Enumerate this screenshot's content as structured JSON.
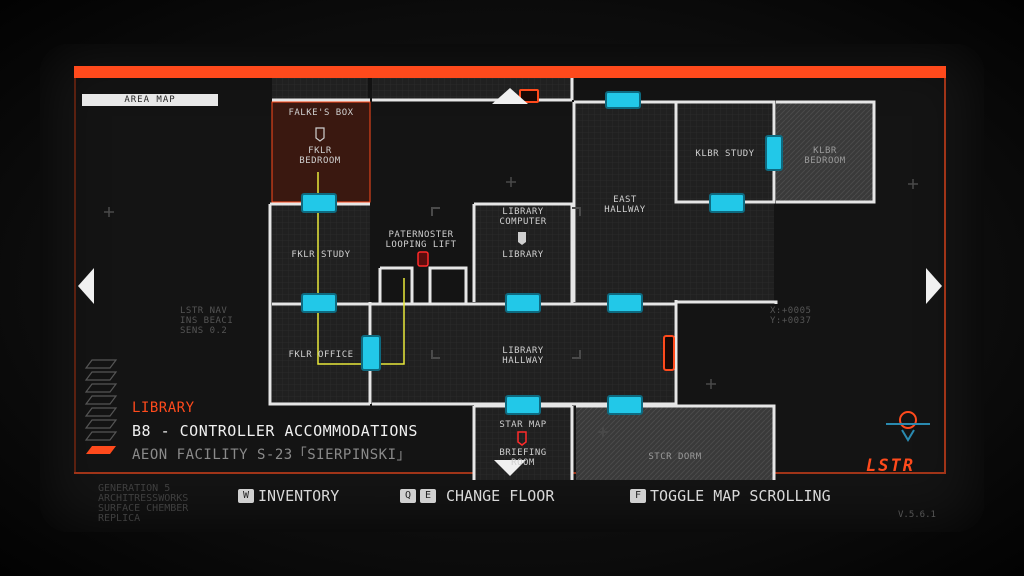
{
  "header": {
    "area_map_label": "AREA MAP"
  },
  "rooms": {
    "falkes_box": "FALKE'S BOX",
    "fklr_bedroom": "FKLR BEDROOM",
    "fklr_study": "FKLR STUDY",
    "fklr_office": "FKLR OFFICE",
    "paternoster": "PATERNOSTER LOOPING LIFT",
    "library_computer": "LIBRARY COMPUTER",
    "library": "LIBRARY",
    "east_hallway": "EAST HALLWAY",
    "klbr_study": "KLBR STUDY",
    "klbr_bedroom": "KLBR BEDROOM",
    "library_hallway": "LIBRARY HALLWAY",
    "star_map": "STAR MAP",
    "briefing_room": "BRIEFING ROOM",
    "stcr_dorm": "STCR DORM"
  },
  "nav_readout": {
    "left": [
      "LSTR NAV",
      "INS BEACI",
      "SENS 0.2"
    ],
    "right": [
      "X:+0005",
      "Y:+0037"
    ]
  },
  "info": {
    "location": "LIBRARY",
    "floor": "B8 - CONTROLLER ACCOMMODATIONS",
    "facility": "AEON FACILITY S-23「SIERPINSKI」"
  },
  "controls": [
    {
      "keys": [
        "W"
      ],
      "label": "INVENTORY"
    },
    {
      "keys": [
        "Q",
        "E"
      ],
      "label": "CHANGE FLOOR"
    },
    {
      "keys": [
        "F"
      ],
      "label": "TOGGLE MAP SCROLLING"
    }
  ],
  "footer": {
    "generation": [
      "GENERATION 5",
      "ARCHITRESSWORKS",
      "SURFACE CHEMBER",
      "REPLICA"
    ],
    "version": "V.5.6.1",
    "logo": "LSTR"
  },
  "colors": {
    "accent": "#ff4a1c",
    "door": "#22c8e8",
    "wall": "#e6e6e6",
    "path": "#e8e83a"
  }
}
